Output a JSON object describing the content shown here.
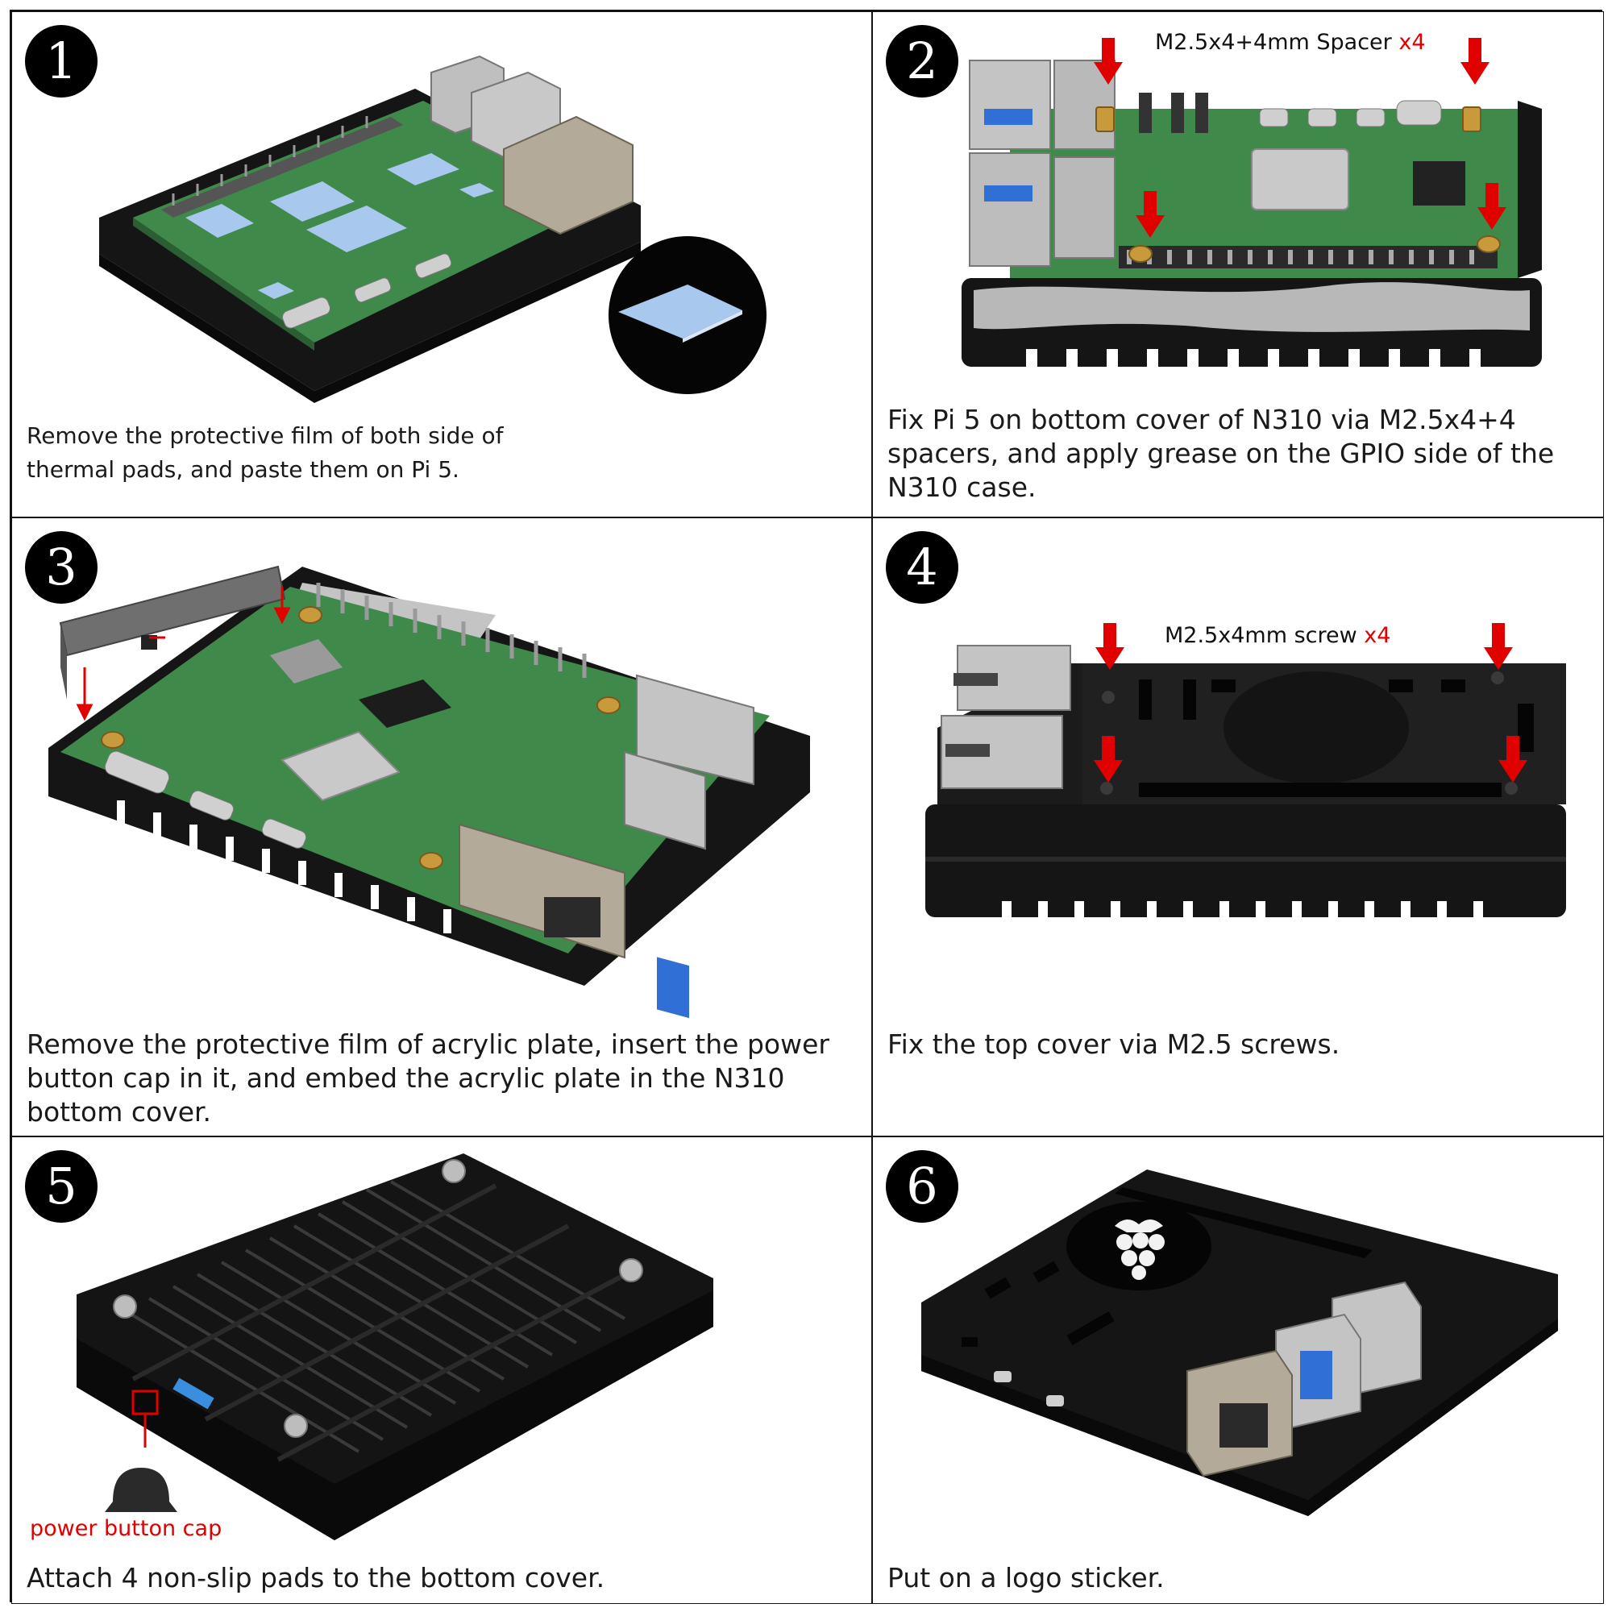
{
  "steps": [
    {
      "number": "1",
      "caption": "Remove the protective film of both side of thermal pads, and paste them on Pi 5."
    },
    {
      "number": "2",
      "caption": "Fix Pi 5 on bottom cover of N310 via M2.5x4+4 spacers, and apply grease on the GPIO side of the N310 case.",
      "callout_text": "M2.5x4+4mm Spacer",
      "callout_qty": "x4"
    },
    {
      "number": "3",
      "caption": "Remove the protective film of acrylic plate, insert the power button cap in it, and embed the acrylic plate in the N310 bottom cover."
    },
    {
      "number": "4",
      "caption": "Fix the top cover via M2.5 screws.",
      "callout_text": "M2.5x4mm screw",
      "callout_qty": "x4"
    },
    {
      "number": "5",
      "caption": "Attach 4 non-slip pads to the bottom cover.",
      "callout_text": "power button cap"
    },
    {
      "number": "6",
      "caption": "Put on a logo sticker."
    }
  ],
  "colors": {
    "accent_red": "#e00000",
    "case_black": "#151515",
    "pcb_green": "#3f8a4a",
    "thermal_pad_blue": "#a9c8ee"
  },
  "icons": [
    "down-arrow-icon",
    "raspberry-logo-icon",
    "thermal-pad-icon"
  ]
}
